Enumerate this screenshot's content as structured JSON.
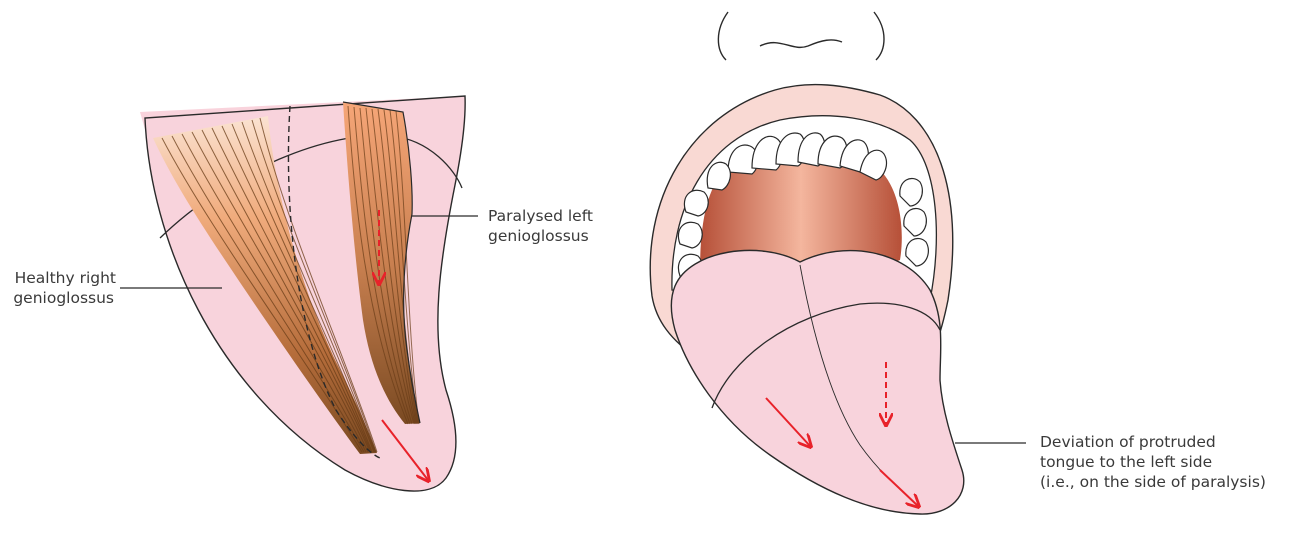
{
  "labels": {
    "healthy": {
      "line1": "Healthy right",
      "line2": "genioglossus"
    },
    "paralysed": {
      "line1": "Paralysed left",
      "line2": "genioglossus"
    },
    "deviation": {
      "line1": "Deviation of  protruded",
      "line2": "tongue to the left side",
      "line3": "(i.e., on the side of paralysis)"
    }
  },
  "colors": {
    "tongue": "#f8d3dc",
    "tongue_outline": "#2a2a2a",
    "muscle_light": "#f6c8a4",
    "muscle_dark": "#7a4a22",
    "lip": "#f9d9d3",
    "palate": "#e39a85",
    "arrow": "#e8222a"
  }
}
